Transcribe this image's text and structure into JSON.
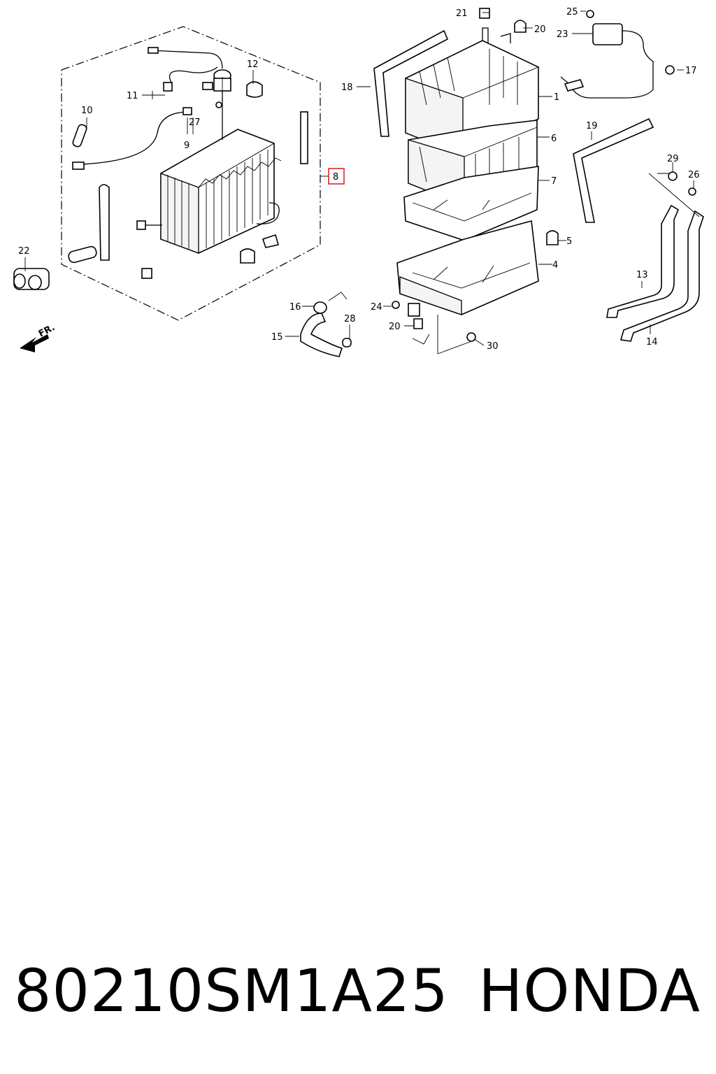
{
  "diagram": {
    "callouts": [
      {
        "id": "c1",
        "label": "1"
      },
      {
        "id": "c4",
        "label": "4"
      },
      {
        "id": "c5",
        "label": "5"
      },
      {
        "id": "c6",
        "label": "6"
      },
      {
        "id": "c7",
        "label": "7"
      },
      {
        "id": "c8",
        "label": "8",
        "highlighted": true
      },
      {
        "id": "c9",
        "label": "9"
      },
      {
        "id": "c10",
        "label": "10"
      },
      {
        "id": "c11",
        "label": "11"
      },
      {
        "id": "c12",
        "label": "12"
      },
      {
        "id": "c13",
        "label": "13"
      },
      {
        "id": "c14",
        "label": "14"
      },
      {
        "id": "c15",
        "label": "15"
      },
      {
        "id": "c16",
        "label": "16"
      },
      {
        "id": "c17",
        "label": "17"
      },
      {
        "id": "c18",
        "label": "18"
      },
      {
        "id": "c19",
        "label": "19"
      },
      {
        "id": "c20a",
        "label": "20"
      },
      {
        "id": "c20b",
        "label": "20"
      },
      {
        "id": "c21",
        "label": "21"
      },
      {
        "id": "c22",
        "label": "22"
      },
      {
        "id": "c23",
        "label": "23"
      },
      {
        "id": "c24",
        "label": "24"
      },
      {
        "id": "c25",
        "label": "25"
      },
      {
        "id": "c26",
        "label": "26"
      },
      {
        "id": "c27",
        "label": "27"
      },
      {
        "id": "c28",
        "label": "28"
      },
      {
        "id": "c29",
        "label": "29"
      },
      {
        "id": "c30",
        "label": "30"
      }
    ],
    "front_marker": "FR.",
    "highlight_color": "#e0242b",
    "line_color": "#000000"
  },
  "caption": {
    "part_number": "80210SM1A25",
    "brand": "HONDA"
  }
}
